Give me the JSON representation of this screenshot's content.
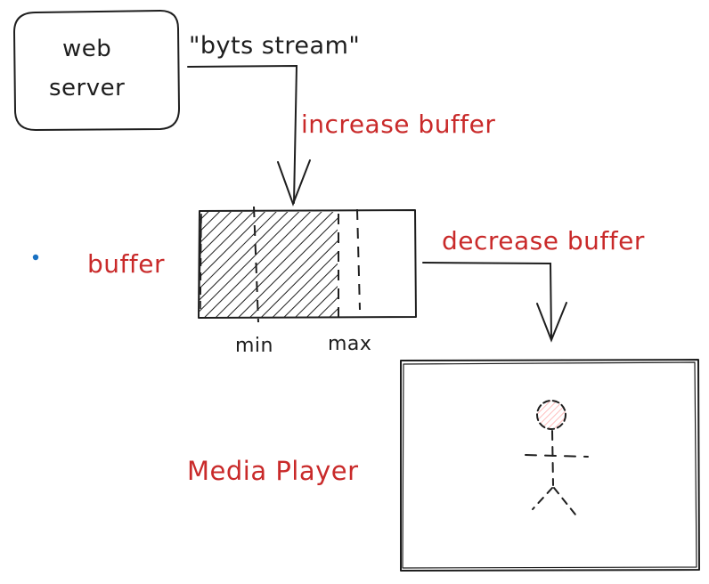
{
  "diagram": {
    "server_box": {
      "line1": "web",
      "line2": "server"
    },
    "stream_label": "\"byts stream\"",
    "increase_label": "increase buffer",
    "decrease_label": "decrease buffer",
    "buffer_label": "buffer",
    "min_label": "min",
    "max_label": "max",
    "player_label": "Media Player"
  },
  "colors": {
    "stroke": "#1e1e1e",
    "accent_red": "#c92a2a",
    "dot_blue": "#1971c2",
    "head_fill": "#ffc9c9"
  }
}
